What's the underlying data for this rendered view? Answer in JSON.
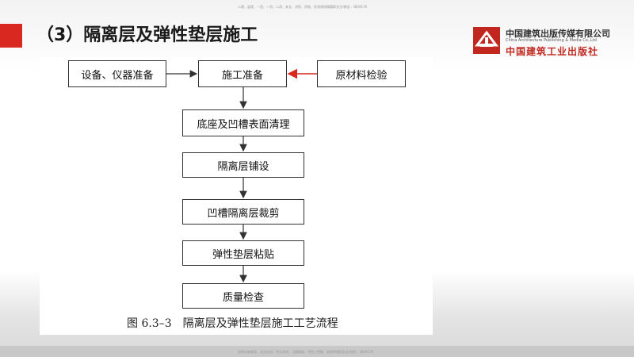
{
  "watermark_top": "二建、监理、一造、一消、二消、安全、消防、资格、检测课程精髓群关注/微信：3849176",
  "watermark_bottom": "创新技能辅导、关注内训、考点串讲、习题精准、考前三押题、继续押题群关注/微信：3849176",
  "header": {
    "title": "（3）隔离层及弹性垫层施工"
  },
  "logo": {
    "cn_name": "中国建筑出版传媒有限公司",
    "en_name": "China Architecture Publishing & Media Co.,Ltd",
    "cn_name2": "中国建筑工业出版社"
  },
  "flowchart": {
    "nodes": {
      "equip": "设备、仪器准备",
      "prep": "施工准备",
      "check": "原材料检验",
      "base": "底座及凹槽表面清理",
      "layer": "隔离层铺设",
      "cut": "凹槽隔离层裁剪",
      "paste": "弹性垫层粘贴",
      "qc": "质量检查"
    },
    "caption": "图 6.3–3　隔离层及弹性垫层施工工艺流程"
  },
  "colors": {
    "accent": "#d9281f",
    "arrow": "#333333",
    "highlight_arrow": "#d9281f"
  }
}
